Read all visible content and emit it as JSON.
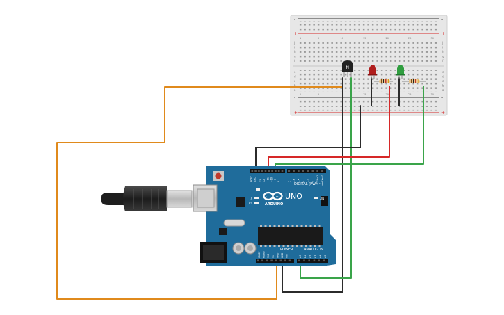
{
  "board": {
    "brand": "ARDUINO",
    "model": "UNO",
    "labels": {
      "aref": "AREF",
      "gnd": "GND",
      "digital": "DIGITAL (PWM~)",
      "power": "POWER",
      "analog": "ANALOG IN",
      "on": "ON",
      "tx": "TX",
      "rx": "RX",
      "l": "L"
    },
    "digital_pins": [
      "13",
      "12",
      "~11",
      "~10",
      "~9",
      "8",
      "7",
      "~6",
      "~5",
      "4",
      "~3",
      "2",
      "TX→ 1",
      "RX← 0"
    ],
    "power_pins": [
      "IOREF",
      "RESET",
      "3V3",
      "5V",
      "GND",
      "GND",
      "VIN"
    ],
    "analog_pins": [
      "A0",
      "A1",
      "A2",
      "A3",
      "A4",
      "A5"
    ]
  },
  "breadboard": {
    "row_letters_top": [
      "j",
      "i",
      "h",
      "g",
      "f"
    ],
    "row_letters_bottom": [
      "e",
      "d",
      "c",
      "b",
      "a"
    ],
    "column_numbers": [
      "1",
      "5",
      "10",
      "15",
      "20",
      "25",
      "30"
    ]
  },
  "transistor": {
    "label": "N"
  },
  "wire_colors": {
    "orange": "#e08a1c",
    "black": "#2b2b2b",
    "red": "#d62828",
    "green": "#3aa44a"
  }
}
